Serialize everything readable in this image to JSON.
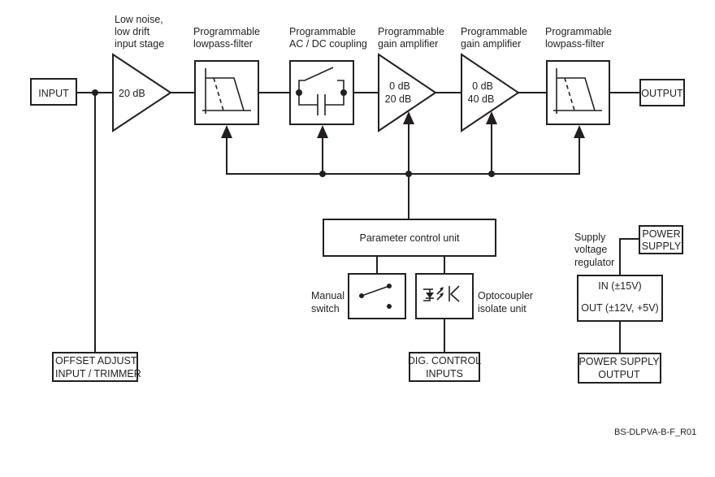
{
  "diagram": {
    "type": "block-diagram",
    "signal_chain": {
      "input": {
        "label": "INPUT"
      },
      "input_stage": {
        "caption": [
          "Low noise,",
          "low drift",
          "input stage"
        ],
        "gain": "20 dB"
      },
      "lowpass_filter_1": {
        "caption": [
          "Programmable",
          "lowpass-filter"
        ]
      },
      "acdc_coupling": {
        "caption": [
          "Programmable",
          "AC / DC coupling"
        ]
      },
      "gain_amp_1": {
        "caption": [
          "Programmable",
          "gain amplifier"
        ],
        "gains": [
          "0 dB",
          "20 dB"
        ]
      },
      "gain_amp_2": {
        "caption": [
          "Programmable",
          "gain amplifier"
        ],
        "gains": [
          "0 dB",
          "40 dB"
        ]
      },
      "lowpass_filter_2": {
        "caption": [
          "Programmable",
          "lowpass-filter"
        ]
      },
      "output": {
        "label": "OUTPUT"
      }
    },
    "offset_adjust": {
      "lines": [
        "OFFSET ADJUST",
        "INPUT / TRIMMER"
      ]
    },
    "control": {
      "parameter_unit": {
        "label": "Parameter control unit"
      },
      "manual_switch": {
        "caption": [
          "Manual",
          "switch"
        ]
      },
      "optocoupler": {
        "caption": [
          "Optocoupler",
          "isolate unit"
        ]
      },
      "dig_inputs": {
        "lines": [
          "DIG. CONTROL",
          "INPUTS"
        ]
      }
    },
    "power": {
      "caption": [
        "Supply",
        "voltage",
        "regulator"
      ],
      "supply": {
        "lines": [
          "POWER",
          "SUPPLY"
        ]
      },
      "regulator": {
        "in": "IN (±15V)",
        "out": "OUT (±12V, +5V)"
      },
      "supply_output": {
        "lines": [
          "POWER SUPPLY",
          "OUTPUT"
        ]
      }
    },
    "reference_code": "BS-DLPVA-B-F_R01"
  }
}
